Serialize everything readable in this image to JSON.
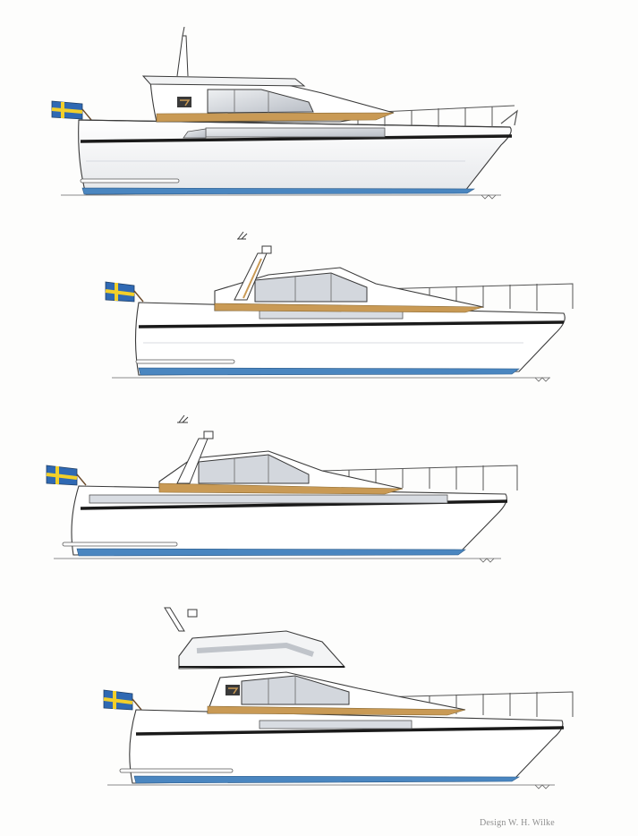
{
  "sheet": {
    "credit": "Design W. H. Wilke",
    "flag_colors": {
      "field": "#2f69b3",
      "cross": "#f2cf2a"
    },
    "palette": {
      "hull": "#ffffff",
      "hull_shade": "#e4e6ea",
      "rubrail": "#1a1a1a",
      "boot_top": "#4a86c0",
      "wood_trim": "#c99a55",
      "glass": "#d4d8de",
      "line": "#3a3a3a"
    }
  },
  "boats": [
    {
      "name": "hardtop-tall-superstructure"
    },
    {
      "name": "hardtop-with-mast-and-searchlight"
    },
    {
      "name": "hardtop-low-profile"
    },
    {
      "name": "flybridge-version"
    }
  ]
}
